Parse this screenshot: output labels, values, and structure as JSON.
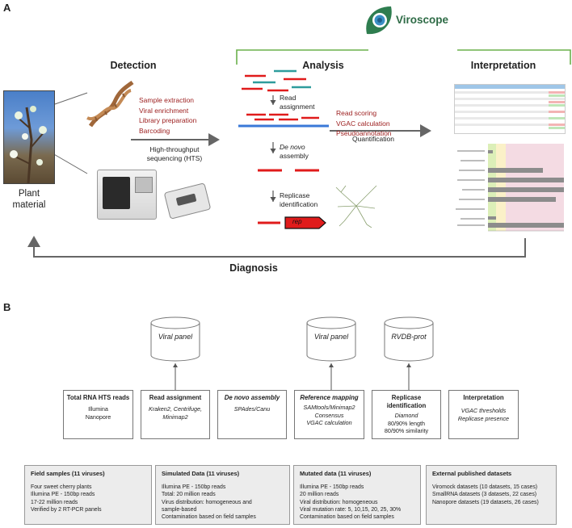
{
  "panel_a": {
    "label": "A",
    "logo_text": "Viroscope",
    "detection": {
      "title": "Detection",
      "steps": [
        "Sample extraction",
        "Viral enrichment",
        "Library preparation",
        "Barcoding"
      ],
      "hts_line1": "High-throughput",
      "hts_line2": "sequencing (HTS)"
    },
    "plant_label_line1": "Plant",
    "plant_label_line2": "material",
    "analysis": {
      "title": "Analysis",
      "read_assignment_line1": "Read",
      "read_assignment_line2": "assignment",
      "denovo_line1": "De novo",
      "denovo_line2": "assembly",
      "replicase_line1": "Replicase",
      "replicase_line2": "identification",
      "rep_label": "rep",
      "scoring_steps": [
        "Read scoring",
        "VGAC calculation",
        "Pseudoannotation"
      ],
      "quantification": "Quantification"
    },
    "interpretation": {
      "title": "Interpretation"
    },
    "diagnosis": "Diagnosis"
  },
  "panel_b": {
    "label": "B",
    "databases": {
      "db1": "Viral panel",
      "db2": "Viral panel",
      "db3": "RVDB-prot"
    },
    "steps": [
      {
        "title": "Total RNA HTS reads",
        "lines": [
          "Illumina",
          "Nanopore"
        ]
      },
      {
        "title": "Read assignment",
        "lines": [
          "Kraken2, Centrifuge,",
          "Minimap2"
        ]
      },
      {
        "title": "De novo assembly",
        "lines": [
          "SPAdes/Canu"
        ]
      },
      {
        "title": "Reference mapping",
        "lines": [
          "SAMtools/Minimap2",
          "Consensus",
          "VGAC calculation"
        ]
      },
      {
        "title": "Replicase identification",
        "lines": [
          "Diamond",
          "80/90% length",
          "80/90% similarity"
        ]
      },
      {
        "title": "Interpretation",
        "lines": [
          "VGAC thresholds",
          "Replicase presence"
        ]
      }
    ],
    "datasets": [
      {
        "title": "Field samples (11 viruses)",
        "lines": [
          "Four sweet cherry plants",
          "Illumina PE - 150bp reads",
          "17-22 million reads",
          "Verified by 2 RT-PCR panels"
        ]
      },
      {
        "title": "Simulated Data (11 viruses)",
        "lines": [
          "Illumina PE - 150bp reads",
          "Total: 20 million reads",
          "Virus distribution: homogeneous and",
          "sample-based",
          "Contamination based on field samples"
        ]
      },
      {
        "title": "Mutated data (11 viruses)",
        "lines": [
          "Illumina PE - 150bp reads",
          "20 million reads",
          "Viral distribution: homogeneous",
          "Viral mutation rate: 5, 10,15, 20, 25, 30%",
          "Contamination based on field samples"
        ]
      },
      {
        "title": "External published datasets",
        "lines": [
          "Viromock datasets (10 datasets, 15 cases)",
          "SmallRNA datasets (3 datasets, 22 cases)",
          "Nanopore datasets (19 datasets, 26 cases)"
        ]
      }
    ]
  }
}
